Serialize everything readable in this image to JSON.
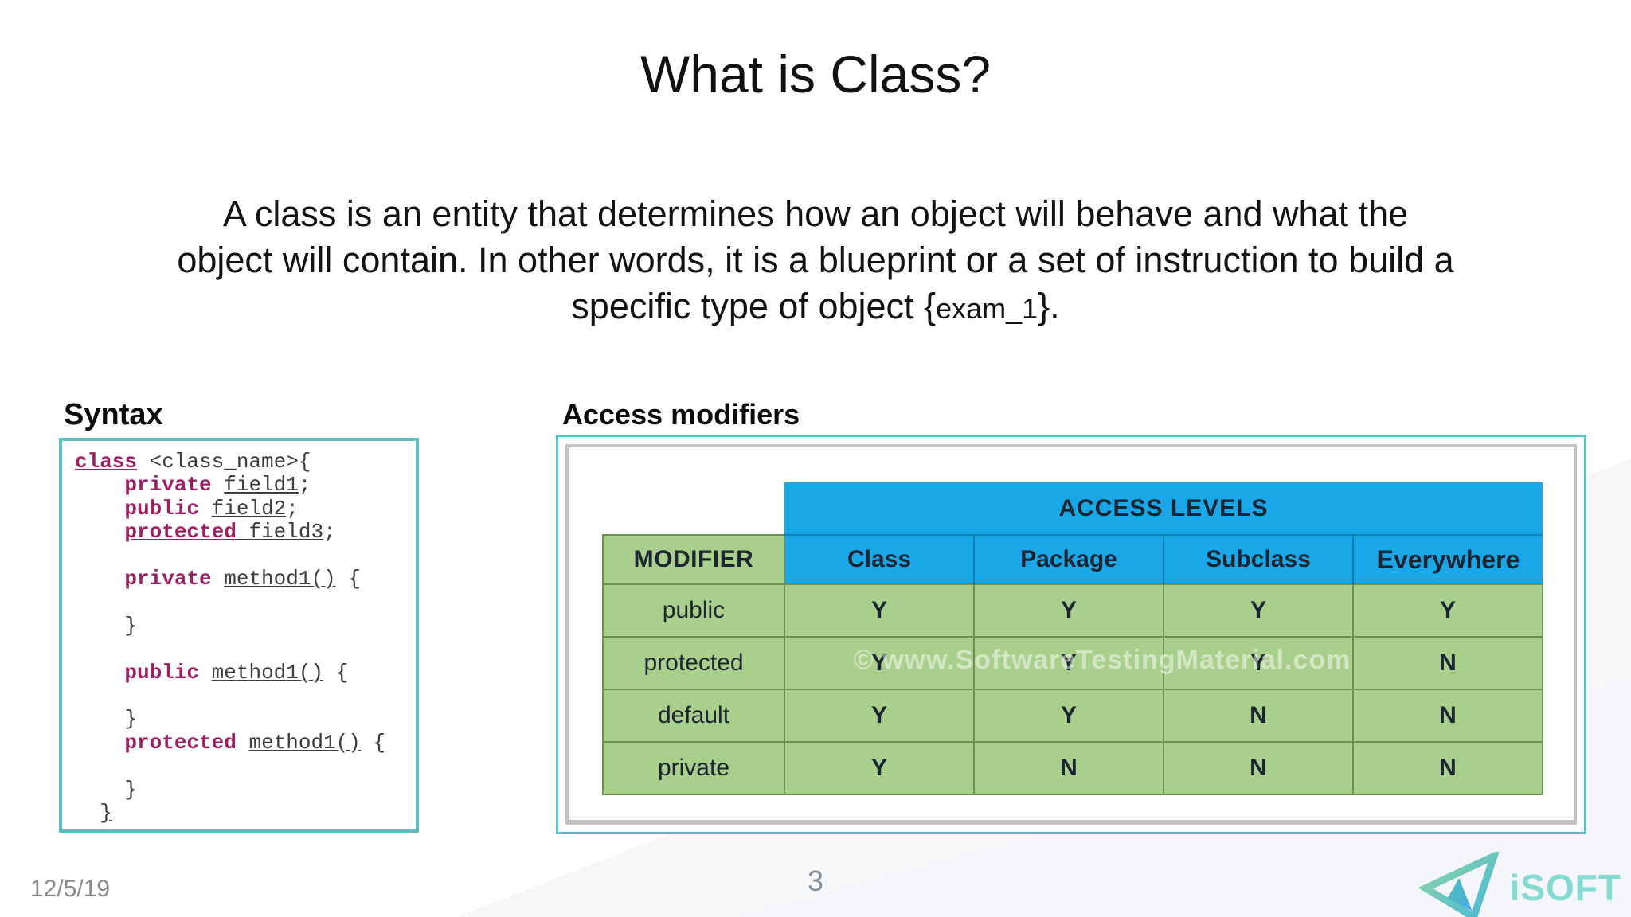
{
  "slide": {
    "title": "What is Class?",
    "paragraph": {
      "line1": "A class is an entity that determines how an object will behave and what the",
      "line2": "object will contain. In other words, it is a blueprint or a set of instruction to build a",
      "line3_pre": "specific type of object {",
      "line3_var": "exam_1",
      "line3_post": "}."
    },
    "syntax_heading": "Syntax",
    "access_heading": "Access modifiers"
  },
  "code": {
    "lines": [
      [
        [
          "kw u",
          "class"
        ],
        [
          "pl",
          " <class_name>{"
        ]
      ],
      [
        [
          "pl",
          "    "
        ],
        [
          "kw",
          "private"
        ],
        [
          "pl",
          " "
        ],
        [
          "pl u",
          "field1"
        ],
        [
          "pl",
          ";"
        ]
      ],
      [
        [
          "pl",
          "    "
        ],
        [
          "kw",
          "public"
        ],
        [
          "pl",
          " "
        ],
        [
          "pl u",
          "field2"
        ],
        [
          "pl",
          ";"
        ]
      ],
      [
        [
          "pl",
          "    "
        ],
        [
          "kw u",
          "protected"
        ],
        [
          "pl u",
          " field3"
        ],
        [
          "pl",
          ";"
        ]
      ],
      [],
      [
        [
          "pl",
          "    "
        ],
        [
          "kw",
          "private"
        ],
        [
          "pl",
          " "
        ],
        [
          "pl u",
          "method1()"
        ],
        [
          "pl",
          " {"
        ]
      ],
      [],
      [
        [
          "pl",
          "    }"
        ]
      ],
      [],
      [
        [
          "pl",
          "    "
        ],
        [
          "kw",
          "public"
        ],
        [
          "pl",
          " "
        ],
        [
          "pl u",
          "method1()"
        ],
        [
          "pl",
          " {"
        ]
      ],
      [],
      [
        [
          "pl",
          "    }"
        ]
      ],
      [
        [
          "pl",
          "    "
        ],
        [
          "kw",
          "protected"
        ],
        [
          "pl",
          " "
        ],
        [
          "pl u",
          "method1()"
        ],
        [
          "pl",
          " {"
        ]
      ],
      [],
      [
        [
          "pl",
          "    }"
        ]
      ],
      [
        [
          "pl",
          "  "
        ],
        [
          "pl u",
          "}"
        ]
      ]
    ]
  },
  "am_table": {
    "span_header": "ACCESS LEVELS",
    "col_headers": [
      "MODIFIER",
      "Class",
      "Package",
      "Subclass",
      "Everywhere"
    ],
    "rows": [
      {
        "label": "public",
        "values": [
          "Y",
          "Y",
          "Y",
          "Y"
        ]
      },
      {
        "label": "protected",
        "values": [
          "Y",
          "Y",
          "Y",
          "N"
        ]
      },
      {
        "label": "default",
        "values": [
          "Y",
          "Y",
          "N",
          "N"
        ]
      },
      {
        "label": "private",
        "values": [
          "Y",
          "N",
          "N",
          "N"
        ]
      }
    ],
    "watermark": "© www.SoftwareTestingMaterial.com"
  },
  "footer": {
    "date": "12/5/19",
    "page_number": "3",
    "logo_text": "iSOFT"
  },
  "colors": {
    "accent_teal_border": "#57c1c6",
    "keyword_purple": "#9c1f63",
    "table_blue": "#19a7e8",
    "table_blue_border": "#0f7fb3",
    "table_green": "#a9cf8c",
    "table_green_border": "#6f9154",
    "logo_teal": "#85dad4",
    "footer_gray": "#8b8b8b"
  }
}
